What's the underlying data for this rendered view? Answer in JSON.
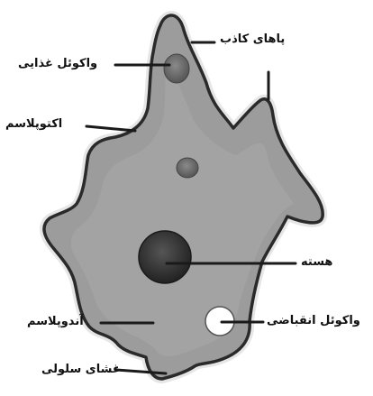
{
  "diagram": {
    "labels": {
      "pseudopods": "پاهای کاذب",
      "food_vacuole": "واکوئل غذایی",
      "ectoplasm": "اکتوپلاسم",
      "nucleus": "هسته",
      "contractile_vacuole": "واکوئل انقباضی",
      "endoplasm": "آندوپلاسم",
      "cell_membrane": "غشای سلولی"
    },
    "colors": {
      "cell_fill": "#9a9a9a",
      "cell_outline": "#2a2a2a",
      "halo": "#e8e8e8",
      "nucleus": "#3a3a3a",
      "contractile_vacuole": "#ffffff",
      "food_vacuole": "#6e6e6e",
      "leader_line": "#1a1a1a"
    }
  }
}
